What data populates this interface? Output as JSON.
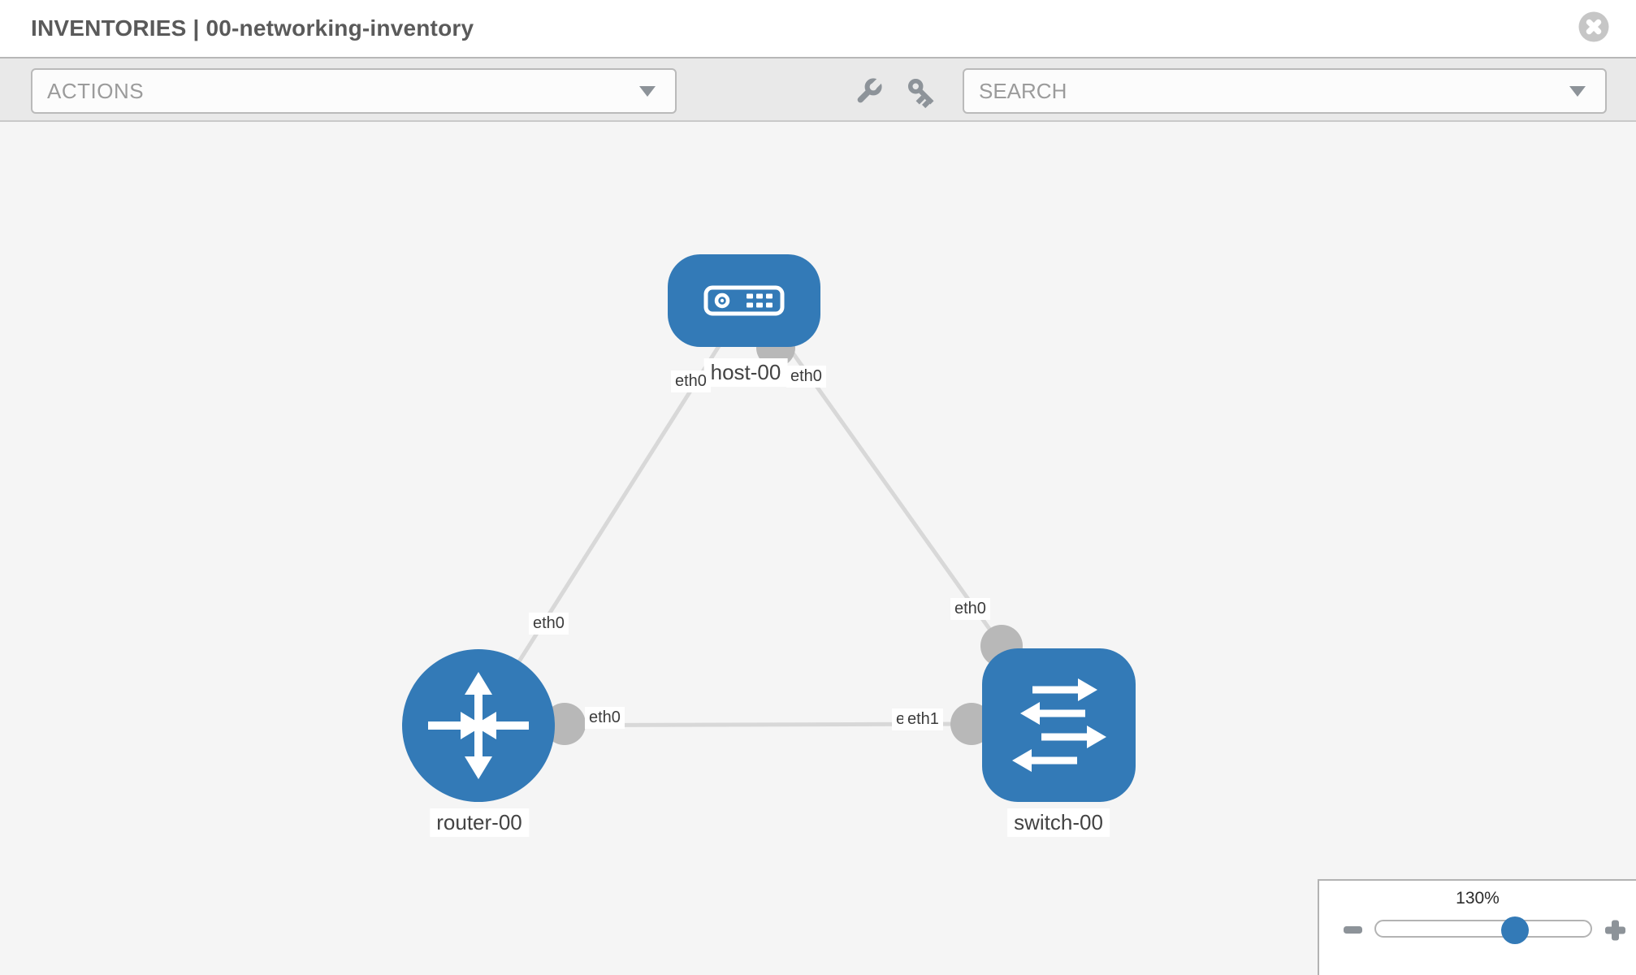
{
  "window": {
    "title": "INVENTORIES | 00-networking-inventory"
  },
  "toolbar": {
    "actions_label": "ACTIONS",
    "search_placeholder": "SEARCH",
    "icons": [
      "wrench-icon",
      "key-icon"
    ]
  },
  "topology": {
    "nodes": [
      {
        "id": "host-00",
        "type": "host",
        "label": "host-00"
      },
      {
        "id": "router-00",
        "type": "router",
        "label": "router-00"
      },
      {
        "id": "switch-00",
        "type": "switch",
        "label": "switch-00"
      }
    ],
    "links": [
      {
        "from": "host-00",
        "to": "router-00",
        "from_interface": "eth0",
        "to_interface": "eth0"
      },
      {
        "from": "host-00",
        "to": "switch-00",
        "from_interface": "eth0",
        "to_interface": "eth0"
      },
      {
        "from": "router-00",
        "to": "switch-00",
        "from_interface": "eth0",
        "to_interface": "eth1"
      }
    ],
    "port_labels": {
      "host_left": "eth0",
      "host_right": "eth0",
      "link_near_router": "eth0",
      "router_port": "eth0",
      "switch_top": "eth0",
      "switch_port_under": "eth0",
      "switch_port_over": "eth1"
    }
  },
  "zoom_control": {
    "level": "130%"
  },
  "colors": {
    "node_blue": "#337ab7",
    "link_gray": "#d8d8d8",
    "interface_gray": "#b8b8b8",
    "toolbar_gray": "#e9e9e9"
  }
}
